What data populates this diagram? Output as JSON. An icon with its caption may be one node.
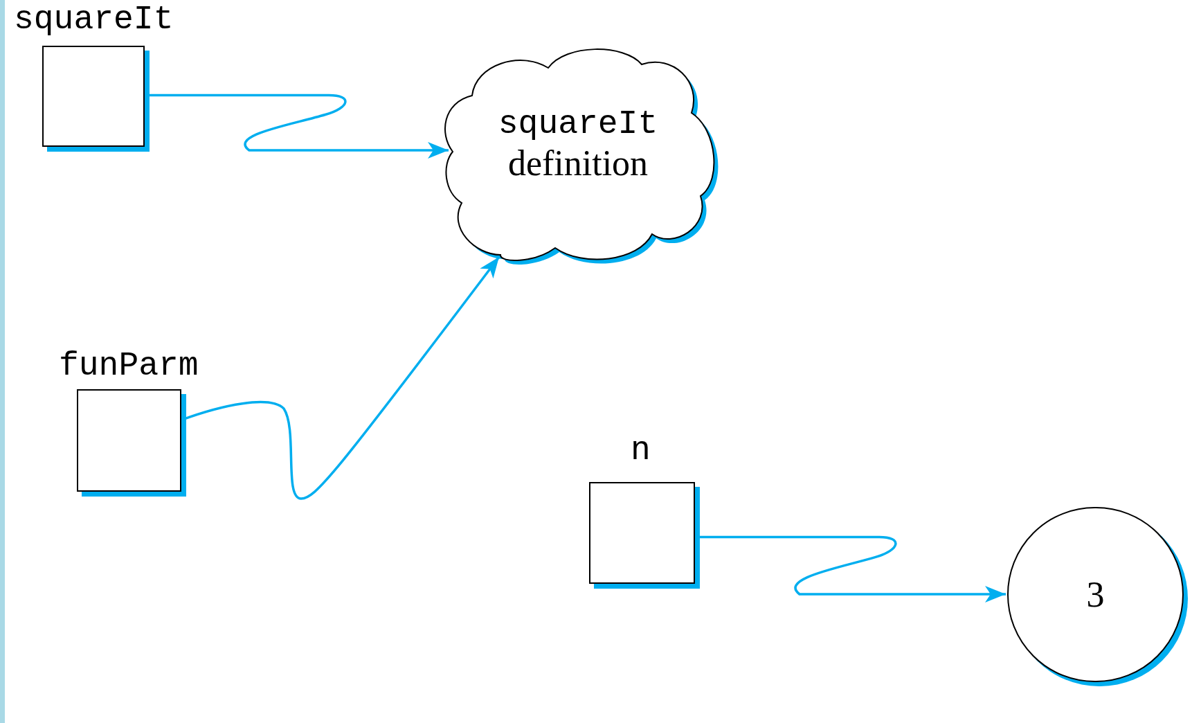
{
  "diagram": {
    "nodes": [
      {
        "text": [
          "squareIt"
        ]
      },
      {
        "text": [
          "squareIt",
          "definition"
        ]
      },
      {
        "text": [
          "funParm"
        ]
      },
      {
        "text": [
          "n"
        ]
      },
      {
        "text": [
          "3"
        ]
      }
    ],
    "edges": [
      {
        "from": 0,
        "to": 1,
        "arrow": "to"
      },
      {
        "from": 2,
        "to": 1,
        "arrow": "to"
      },
      {
        "from": 3,
        "to": 4,
        "arrow": "to"
      }
    ]
  }
}
